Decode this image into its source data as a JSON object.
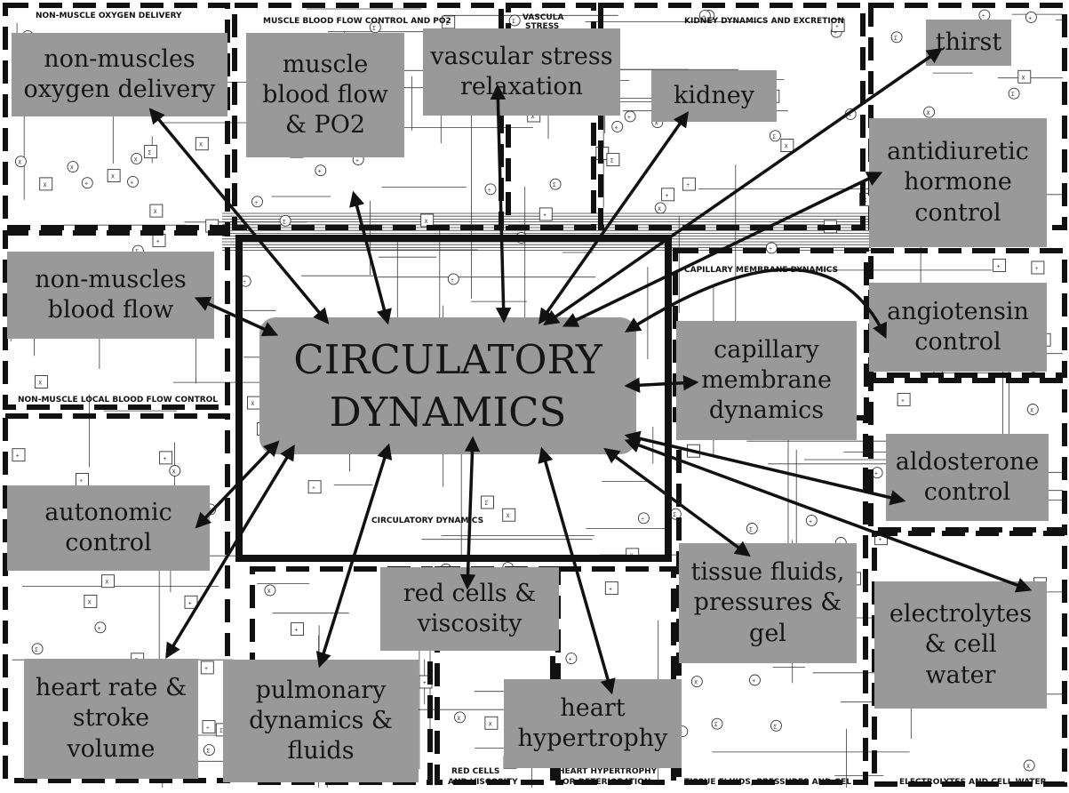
{
  "center": {
    "label": "CIRCULATORY\nDYNAMICS"
  },
  "boxes": {
    "non_muscles_oxygen_delivery": "non-muscles\noxygen delivery",
    "muscle_blood_flow_po2": "muscle\nblood flow\n& PO2",
    "vascular_stress_relaxation": "vascular stress\nrelaxation",
    "kidney": "kidney",
    "thirst": "thirst",
    "antidiuretic_hormone_control": "antidiuretic\nhormone\ncontrol",
    "non_muscles_blood_flow": "non-muscles\nblood flow",
    "angiotensin_control": "angiotensin\ncontrol",
    "capillary_membrane_dynamics": "capillary\nmembrane\ndynamics",
    "aldosterone_control": "aldosterone\ncontrol",
    "autonomic_control": "autonomic\ncontrol",
    "red_cells_viscosity": "red cells &\nviscosity",
    "tissue_fluids_pressures_gel": "tissue fluids,\npressures &\ngel",
    "electrolytes_cell_water": "electrolytes\n& cell\nwater",
    "heart_rate_stroke_volume": "heart rate &\nstroke\nvolume",
    "pulmonary_dynamics_fluids": "pulmonary\ndynamics &\nfluids",
    "heart_hypertrophy": "heart\nhypertrophy"
  },
  "panel_titles": {
    "non_muscle_oxygen_delivery": "NON-MUSCLE OXYGEN DELIVERY",
    "muscle_blood_flow_control": "MUSCLE BLOOD FLOW CONTROL AND PO2",
    "vascular_stress": "VASCULAR\nSTRESS",
    "kidney_dynamics": "KIDNEY DYNAMICS AND EXCRETION",
    "capillary_membrane": "CAPILLARY MEMBRANE DYNAMICS",
    "non_muscle_local": "NON-MUSCLE LOCAL BLOOD FLOW CONTROL",
    "circulatory_dynamics": "CIRCULATORY DYNAMICS",
    "red_cells": "RED CELLS\nAND VISCOSITY",
    "heart_hypertrophy": "HEART HYPERTROPHY\nOR DETERIORATION",
    "tissue_fluids": "TISSUE FLUIDS, PRESSURES AND GEL",
    "electrolytes": "ELECTROLYTES AND CELL WATER"
  }
}
